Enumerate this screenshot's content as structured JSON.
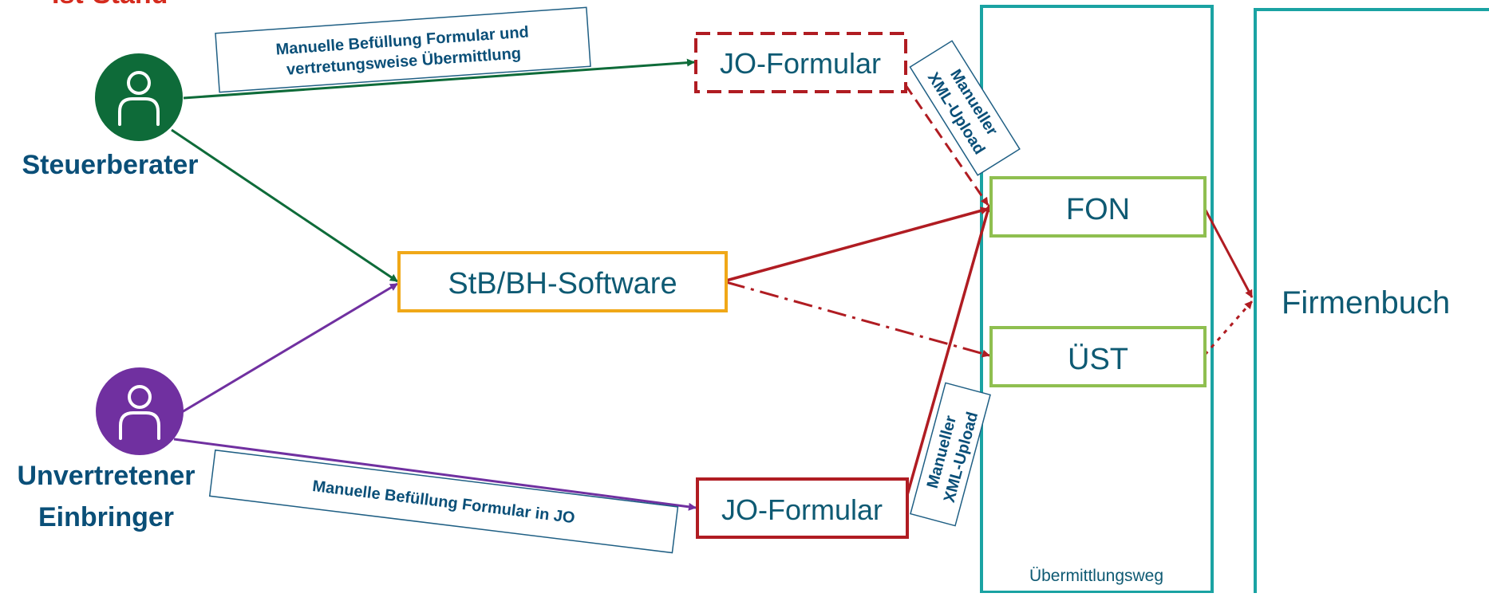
{
  "header": {
    "cut_title": "Ist-Stand"
  },
  "actors": {
    "steuerberater": {
      "label": "Steuerberater",
      "color": "#0e6b39",
      "icon": "person-icon"
    },
    "einbringer": {
      "line1": "Unvertretener",
      "line2": "Einbringer",
      "color": "#7030a0",
      "icon": "person-icon"
    }
  },
  "boxes": {
    "jo_formular_top": "JO-Formular",
    "jo_formular_bottom": "JO-Formular",
    "software": "StB/BH-Software",
    "fon": "FON",
    "ust": "ÜST",
    "firmenbuch": "Firmenbuch",
    "channel_caption": "Übermittlungsweg"
  },
  "annotations": {
    "top_line1": "Manuelle Befüllung Formular und",
    "top_line2": "vertretungsweise Übermittlung",
    "bottom": "Manuelle Befüllung Formular in JO",
    "upload_top_line1": "Manueller",
    "upload_top_line2": "XML-Upload",
    "upload_bottom_line1": "Manueller",
    "upload_bottom_line2": "XML-Upload"
  },
  "colors": {
    "text_teal": "#0e5a73",
    "label_teal": "#0a4f78",
    "green": "#0e6b39",
    "purple": "#7030a0",
    "red": "#b01c22",
    "orange": "#f0a818",
    "lime": "#8fbf50",
    "teal_border": "#1aa3a3",
    "title_red": "#d52b1e"
  }
}
